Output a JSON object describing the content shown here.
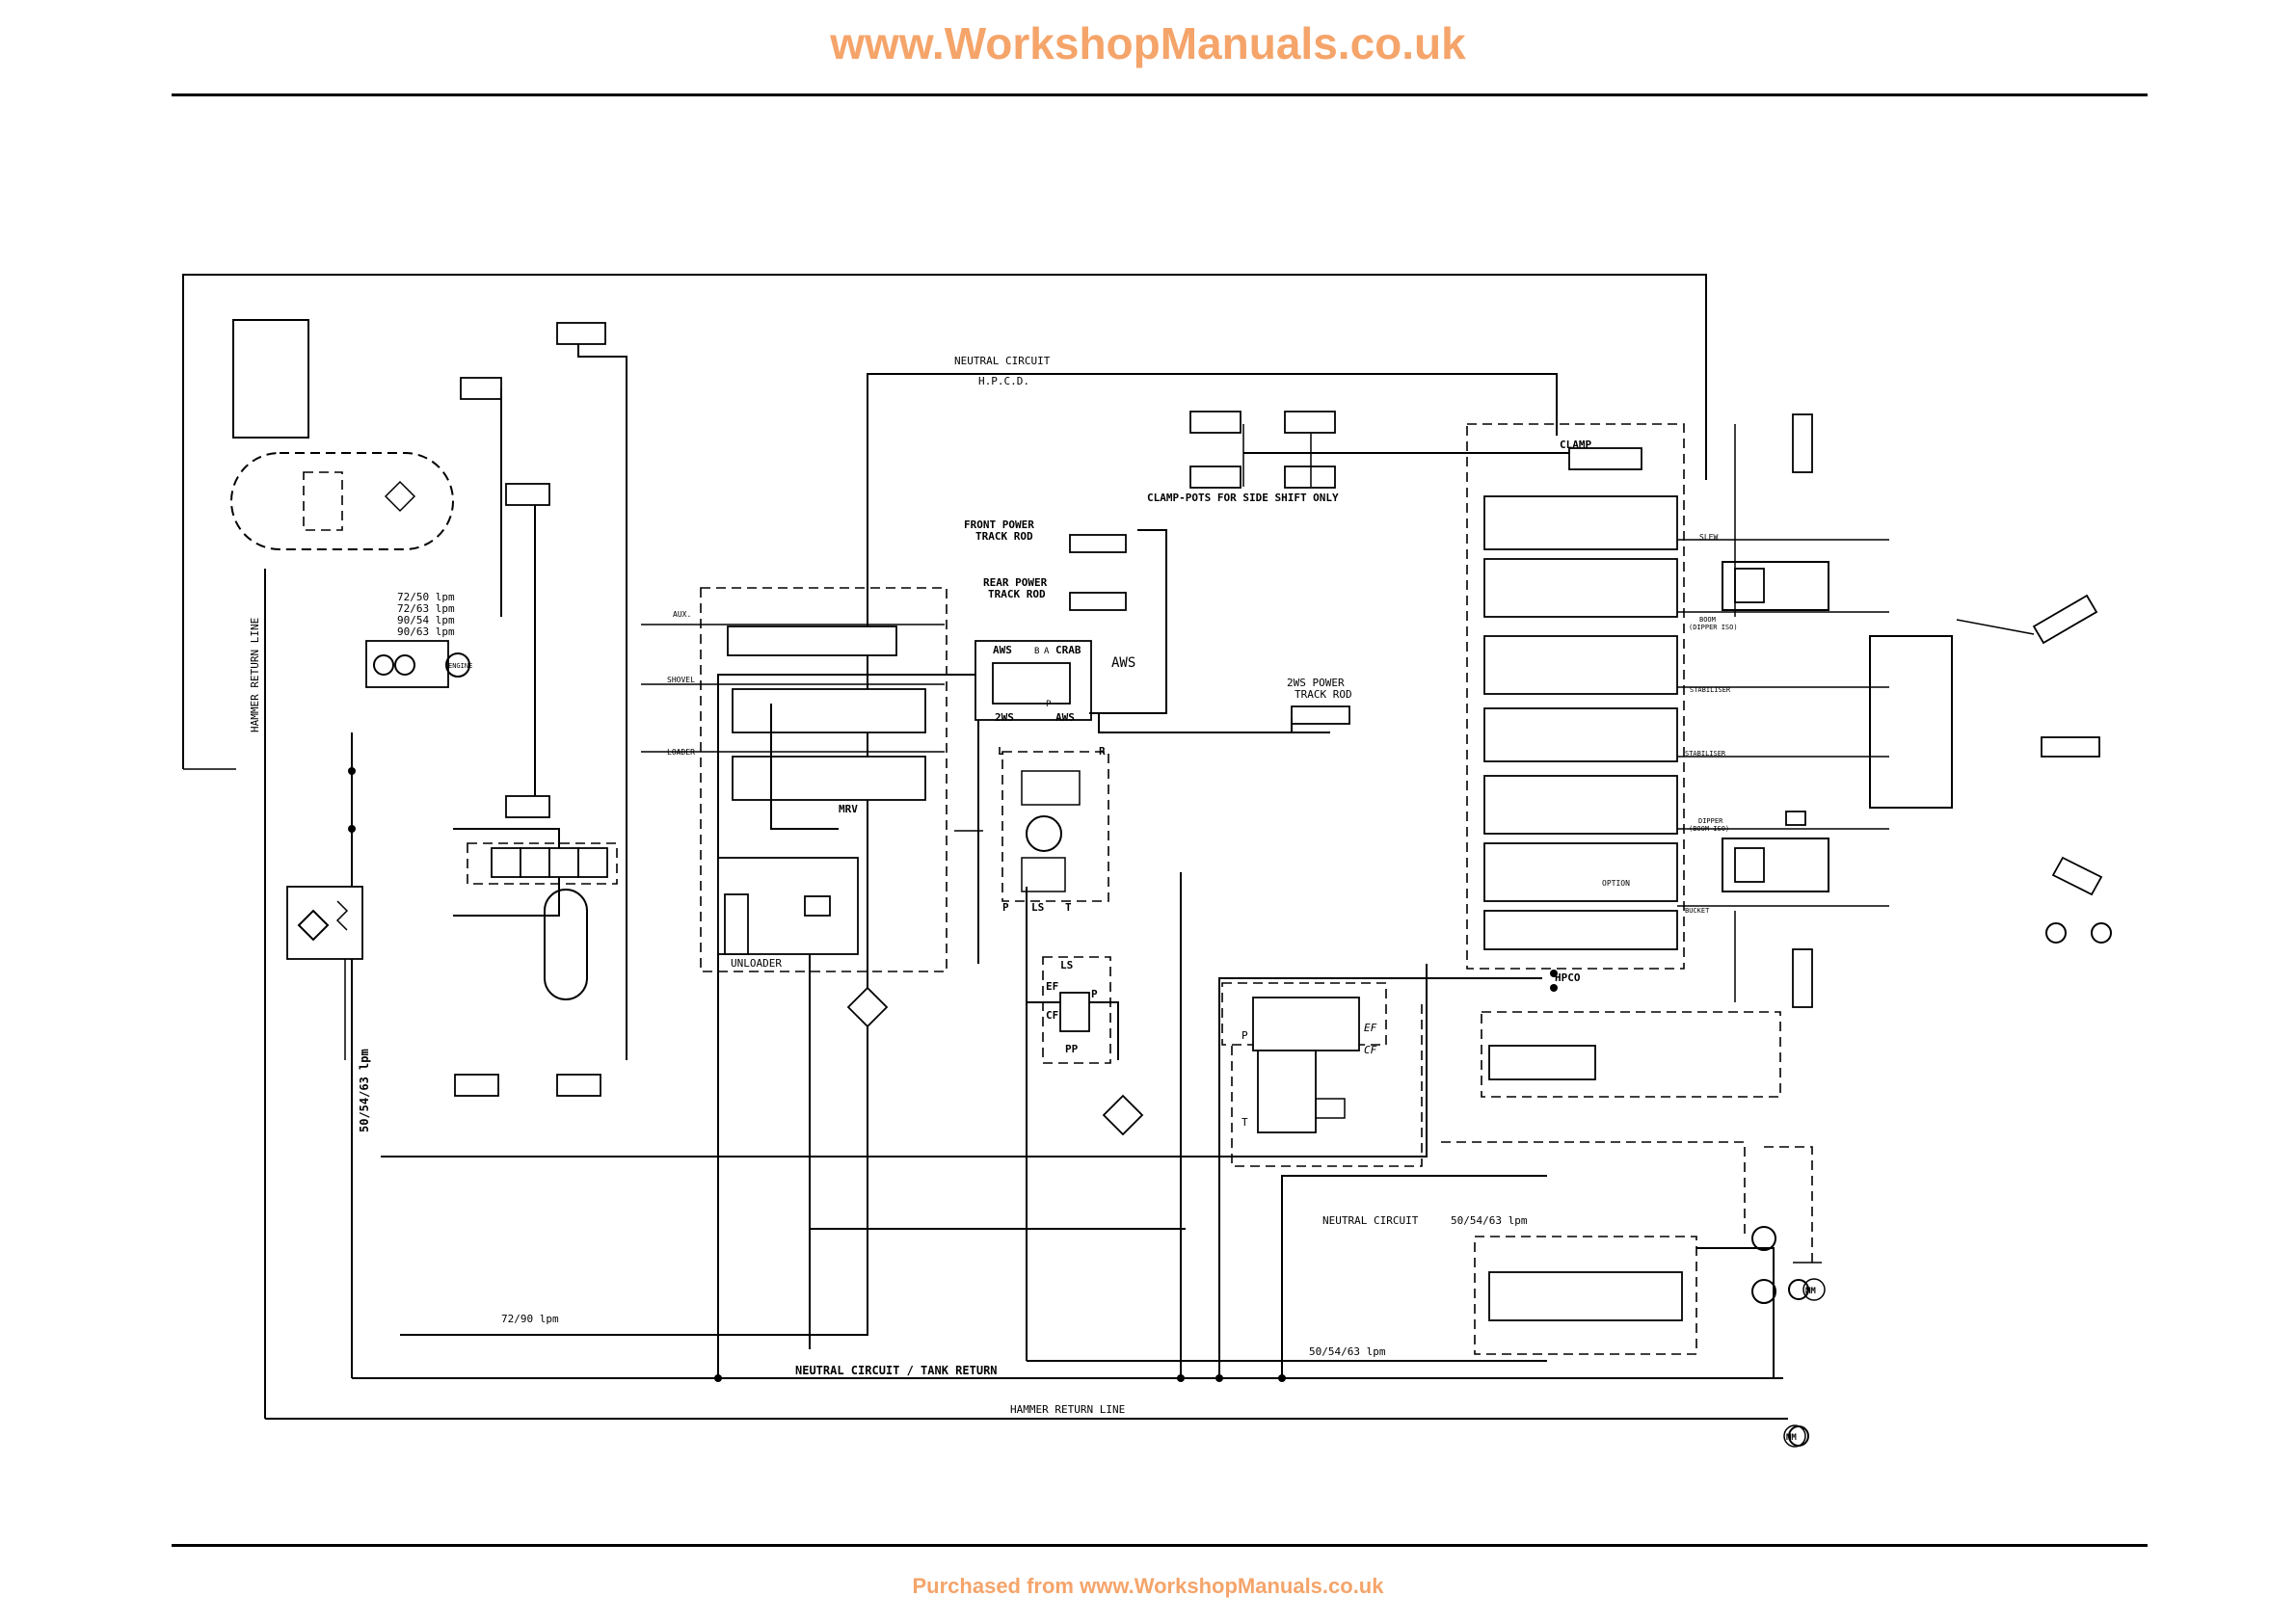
{
  "header": {
    "title": "www.WorkshopManuals.co.uk",
    "title_color": "#f5a46a"
  },
  "footer": {
    "text": "Purchased from www.WorkshopManuals.co.uk",
    "text_color": "#f5a46a"
  },
  "diagram": {
    "labels": {
      "neutral_circuit_top": "NEUTRAL CIRCUIT",
      "hpcd": "H.P.C.D.",
      "clamp_pots": "CLAMP-POTS FOR SIDE SHIFT ONLY",
      "clamp": "CLAMP",
      "front_power_1": "FRONT POWER",
      "front_power_2": "TRACK ROD",
      "rear_power_1": "REAR POWER",
      "rear_power_2": "TRACK ROD",
      "aws_small": "AWS",
      "crab": "CRAB",
      "aws_big": "AWS",
      "twows": "2WS",
      "aws_bottom": "AWS",
      "port_b": "B",
      "port_a": "A",
      "port_p_small": "P",
      "twows_power_1": "2WS POWER",
      "twows_power_2": "TRACK ROD",
      "flow_1": "72/50  lpm",
      "flow_2": "72/63  lpm",
      "flow_3": "90/54  lpm",
      "flow_4": "90/63  lpm",
      "engine": "ENGINE",
      "hammer_return_vertical": "HAMMER RETURN LINE",
      "aux": "AUX.",
      "shovel": "SHOVEL",
      "loader": "LOADER",
      "mrv": "MRV",
      "unloader": "UNLOADER",
      "port_l": "L",
      "port_r": "R",
      "port_p": "P",
      "port_ls": "LS",
      "port_t": "T",
      "ls": "LS",
      "ef": "EF",
      "cf": "CF",
      "pp": "PP",
      "p_right": "P",
      "ef_2": "EF",
      "cf_2": "CF",
      "p_left": "P",
      "t_port": "T",
      "hpco": "HPCO",
      "slew": "SLEW",
      "boom_dipper": "BOOM",
      "boom_dipper_2": "(DIPPER ISO)",
      "stabiliser_1": "STABILISER",
      "stabiliser_2": "STABILISER",
      "dipper_boom": "DIPPER",
      "dipper_boom_2": "(BOOM ISO)",
      "option": "OPTION",
      "bucket": "BUCKET",
      "flow_vertical": "50/54/63 lpm",
      "neutral_circuit_mid": "NEUTRAL CIRCUIT",
      "flow_mid": "50/54/63 lpm",
      "flow_72_90": "72/90 lpm",
      "flow_lower": "50/54/63 lpm",
      "neutral_tank": "NEUTRAL CIRCUIT / TANK RETURN",
      "hammer_return": "HAMMER RETURN LINE",
      "mm_1": "MM",
      "mm_2": "MM"
    }
  }
}
